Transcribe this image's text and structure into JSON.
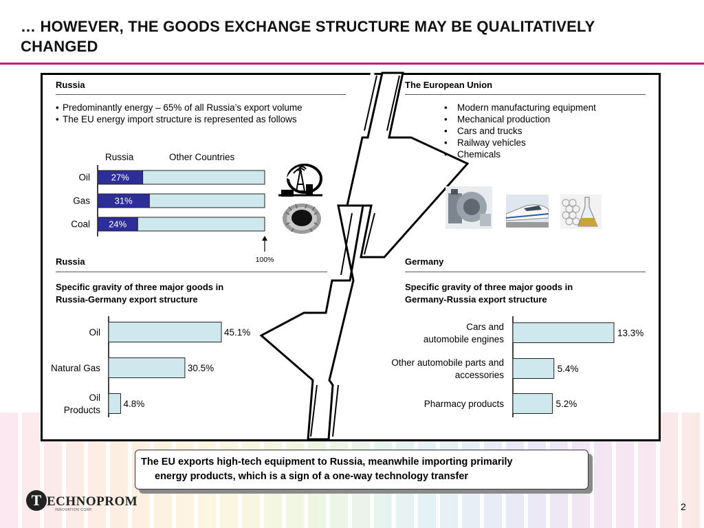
{
  "slide": {
    "title": "… HOWEVER, THE GOODS EXCHANGE STRUCTURE MAY BE QUALITATIVELY CHANGED",
    "page_number": "2",
    "accent_color": "#c21a8c"
  },
  "russia_top": {
    "heading": "Russia",
    "bullets": [
      "Predominantly energy – 65% of all Russia’s export volume",
      "The EU energy import  structure is represented as follows"
    ],
    "legend": {
      "russia": "Russia",
      "other": "Other Countries"
    },
    "full_label": "100%"
  },
  "eu_top": {
    "heading": "The European Union",
    "bullets": [
      "Modern manufacturing equipment",
      "Mechanical production",
      "Cars and trucks",
      "Railway vehicles",
      "Chemicals"
    ]
  },
  "russia_bottom": {
    "heading": "Russia",
    "subtitle_line1": "Specific gravity of three major goods in",
    "subtitle_line2": "Russia-Germany export structure"
  },
  "germany_bottom": {
    "heading": "Germany",
    "subtitle_line1": "Specific gravity of three major goods in",
    "subtitle_line2": "Germany-Russia export structure"
  },
  "callout": {
    "line1": "The EU exports high-tech equipment to Russia, meanwhile importing primarily",
    "line2": "energy products, which is a sign of a one-way technology transfer"
  },
  "logo": {
    "letter": "T",
    "text": "ECHNOPROM",
    "subtext": "INNOVATION CORP."
  },
  "icons": [
    "oil-derrick-icon",
    "coal-icon",
    "machinery-photo",
    "train-photo",
    "chemicals-photo"
  ],
  "chart_data": [
    {
      "type": "bar",
      "orientation": "horizontal",
      "stacked": true,
      "categories": [
        "Oil",
        "Gas",
        "Coal"
      ],
      "series": [
        {
          "name": "Russia",
          "values": [
            27,
            31,
            24
          ],
          "color": "#2e2e9a",
          "labels": [
            "27%",
            "31%",
            "24%"
          ]
        },
        {
          "name": "Other Countries",
          "values": [
            73,
            69,
            76
          ],
          "color": "#cfe8ee"
        }
      ],
      "xlim": [
        0,
        100
      ]
    },
    {
      "type": "bar",
      "orientation": "horizontal",
      "categories": [
        "Oil",
        "Natural Gas",
        "Oil Products"
      ],
      "values": [
        45.1,
        30.5,
        4.8
      ],
      "labels": [
        "45.1%",
        "30.5%",
        "4.8%"
      ],
      "color": "#cfe8ee"
    },
    {
      "type": "bar",
      "orientation": "horizontal",
      "categories": [
        "Cars and automobile engines",
        "Other automobile parts and accessories",
        "Pharmacy products"
      ],
      "values": [
        13.3,
        5.4,
        5.2
      ],
      "labels": [
        "13.3%",
        "5.4%",
        "5.2%"
      ],
      "color": "#cfe8ee"
    }
  ]
}
